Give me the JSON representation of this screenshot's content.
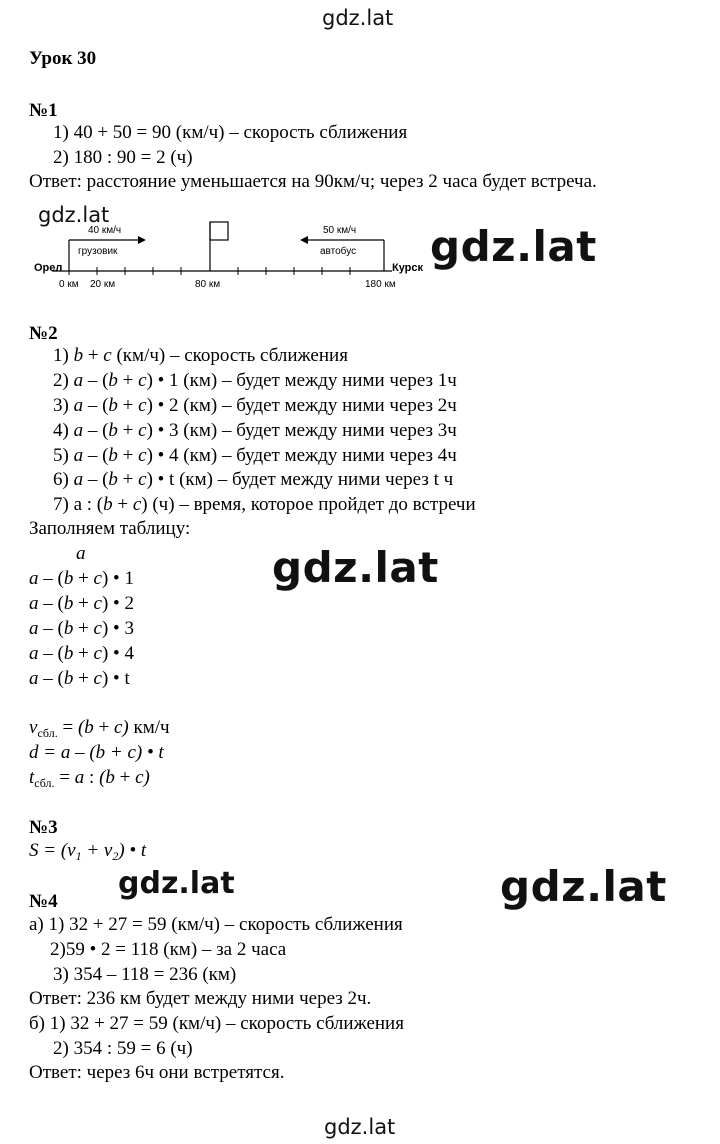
{
  "watermarks": {
    "top": "gdz.lat",
    "diagram": "gdz.lat",
    "big1": "gdz.lat",
    "big2": "gdz.lat",
    "big3": "gdz.lat",
    "big4": "gdz.lat",
    "bottom": "gdz.lat"
  },
  "lesson_title": "Урок 30",
  "task1": {
    "number": "№1",
    "lines": [
      "1) 40 + 50 = 90 (км/ч) – скорость сближения",
      "2) 180 : 90 = 2 (ч)"
    ],
    "answer": "Ответ: расстояние уменьшается на 90км/ч; через 2 часа будет встреча."
  },
  "diagram": {
    "left_city": "Орел",
    "right_city": "Курск",
    "truck_speed": "40 км/ч",
    "truck_label": "грузовик",
    "bus_speed": "50 км/ч",
    "bus_label": "автобус",
    "ticks": [
      "0 км",
      "20 км",
      "80 км",
      "180 км"
    ]
  },
  "task2": {
    "number": "№2",
    "line1_tail": "(км/ч) – скорость сближения",
    "line2_tail": "1 (км) – будет между ними через 1ч",
    "line3_tail": "2 (км) – будет между ними через 2ч",
    "line4_tail": "3 (км) – будет между ними через 3ч",
    "line5_tail": "4 (км) – будет между ними через 4ч",
    "line6_tail": "t (км) – будет между ними через t ч",
    "line7_tail": "(ч) – время, которое пройдет до встречи",
    "fill_table": "Заполняем таблицу:",
    "table": [
      "a",
      "1",
      "2",
      "3",
      "4",
      "t"
    ],
    "v_unit": "км/ч"
  },
  "task3": {
    "number": "№3"
  },
  "task4": {
    "number": "№4",
    "lines": [
      "а) 1) 32 + 27 = 59 (км/ч) – скорость сближения",
      "2)59 • 2 = 118 (км) – за 2 часа",
      "3) 354 – 118 = 236 (км)",
      "Ответ: 236 км будет между ними через 2ч.",
      "б) 1) 32 + 27 = 59 (км/ч) – скорость сближения",
      "2) 354 : 59 = 6 (ч)",
      "Ответ: через 6ч они встретятся."
    ]
  }
}
